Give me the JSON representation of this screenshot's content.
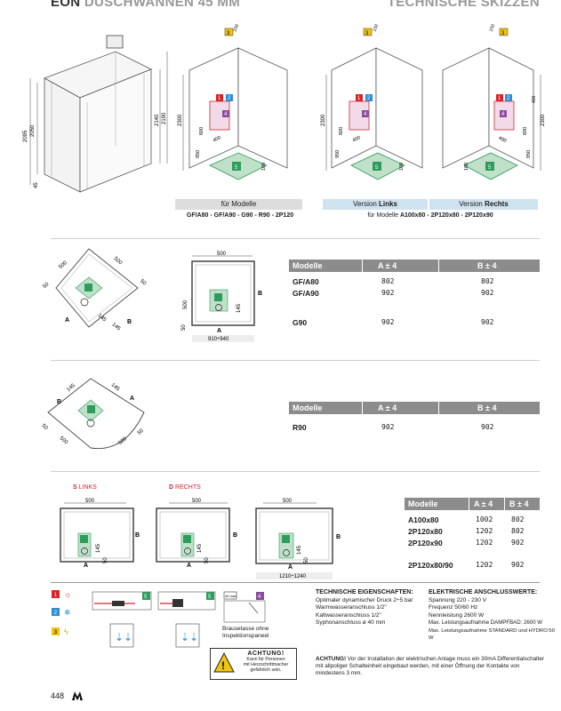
{
  "header": {
    "left_prefix": "EON",
    "left_title": "DUSCHWANNEN 45 MM",
    "right_title": "TECHNISCHE SKIZZEN"
  },
  "sketch_top": {
    "dims": {
      "h1": "2095",
      "h2": "2050",
      "h3": "2140",
      "h4": "2190",
      "h5": "45",
      "s1_h": "2300",
      "s1_a": "950",
      "s1_b": "600",
      "s1_c": "400",
      "s1_d": "100",
      "s1_e": "150",
      "s2_h": "2300",
      "s2_a": "950",
      "s2_b": "600",
      "s2_c": "400",
      "s2_d": "100",
      "s2_e": "150",
      "s3_h": "2300",
      "s3_a": "950",
      "s3_b": "600",
      "s3_c": "400",
      "s3_d": "100",
      "s3_e": "150",
      "s3_f": "400"
    },
    "badge1": "1",
    "badge2": "2",
    "badge3": "3",
    "badge4": "4",
    "badge5": "5",
    "caption_models_label": "für Modelle",
    "caption_models": "GF/A80 - GF/A90 - G90 - R90 - 2P120",
    "version_links_label": "Version",
    "version_links_bold": "Links",
    "version_rechts_label": "Version",
    "version_rechts_bold": "Rechts",
    "version_models_label": "für Modelle",
    "version_models": "A100x80 - 2P120x80 - 2P120x90"
  },
  "section2": {
    "dims": {
      "d1": "500",
      "d2": "500",
      "d3": "50",
      "d4": "50",
      "d5": "145",
      "d6": "145",
      "a": "A",
      "b": "B",
      "t_top": "500",
      "t_side": "500",
      "t_h": "145",
      "t_s": "50",
      "t_bottom": "910÷940",
      "t_a": "A",
      "t_b": "B"
    },
    "table": {
      "headers": [
        "Modelle",
        "A ± 4",
        "B ± 4"
      ],
      "rows": [
        {
          "model": "GF/A80",
          "a": "802",
          "b": "802"
        },
        {
          "model": "GF/A90",
          "a": "902",
          "b": "902"
        },
        {
          "model": "G90",
          "a": "902",
          "b": "902"
        }
      ]
    }
  },
  "section3": {
    "dims": {
      "d1": "145",
      "d2": "145",
      "d3": "500",
      "d4": "500",
      "d5": "50",
      "d6": "50",
      "a": "A",
      "b": "B"
    },
    "table": {
      "headers": [
        "Modelle",
        "A ± 4",
        "B ± 4"
      ],
      "rows": [
        {
          "model": "R90",
          "a": "902",
          "b": "902"
        }
      ]
    }
  },
  "section4": {
    "links_letter": "S",
    "links_word": "LINKS",
    "rechts_letter": "D",
    "rechts_word": "RECHTS",
    "dims": {
      "l_top": "500",
      "l_h": "145",
      "l_s": "50",
      "l_a": "A",
      "l_b": "B",
      "r_top": "500",
      "r_h": "145",
      "r_s": "50",
      "r_a": "A",
      "r_b": "B",
      "m_top": "500",
      "m_h": "145",
      "m_s": "50",
      "m_b": "B",
      "m_a": "A",
      "m_bottom": "1210÷1240"
    },
    "table": {
      "headers": [
        "Modelle",
        "A ± 4",
        "B ± 4"
      ],
      "rows": [
        {
          "model": "A100x80",
          "a": "1002",
          "b": "802"
        },
        {
          "model": "2P120x80",
          "a": "1202",
          "b": "802"
        },
        {
          "model": "2P120x90",
          "a": "1202",
          "b": "902"
        },
        {
          "model": "2P120x80/90",
          "a": "1202",
          "b": "902"
        }
      ]
    }
  },
  "bottom": {
    "legend1": "1",
    "legend2": "2",
    "legend3": "3",
    "legend4": "4",
    "legend5": "5",
    "tray_caption_1": "Brausetasse ohne",
    "tray_caption_2": "Inspektionspaneel",
    "panel_label": "40 max",
    "warning_title": "ACHTUNG!",
    "warning_line1": "Kann für Personen",
    "warning_line2": "mit Herzschrittmacher",
    "warning_line3": "gefährlich sein.",
    "tech_title": "TECHNISCHE EIGENSCHAFTEN:",
    "tech_lines": [
      "Optimaler dynamischer Druck 2÷5 bar",
      "Warmwasseranschluss 1/2\"",
      "Kaltwasseranschluss 1/2\"",
      "Syphonanschluss ø 40 mm"
    ],
    "elec_title": "ELEKTRISCHE ANSCHLUSSWERTE:",
    "elec_lines": [
      "Spannung 220 - 230 V",
      "Frequenz 50/60 Hz",
      "Nennleistung 2600 W",
      "Max. Leistungsaufnahme DAMPFBAD: 2600 W",
      "Max. Leistungsaufnahme STANDARD und HYDRO:50 W"
    ],
    "achtung_bold": "ACHTUNG!",
    "achtung_text": "Vor der Installation der elektrischen Anlage muss ein 30mA Differentialschalter mit allpoliger Schalteinheit eingebaut werden, mit einer Öffnung der Kontakte von mindestens 3 mm."
  },
  "footer": {
    "page": "448"
  },
  "colors": {
    "green": "#2e9c5a",
    "greenlight": "#cfe6d6",
    "red": "#d8232a",
    "blue": "#2c8fd6",
    "purple": "#8a4c9e",
    "yellow": "#f1c40f",
    "tablegray": "#8c8c8c",
    "blueheader": "#cfe2f0"
  }
}
